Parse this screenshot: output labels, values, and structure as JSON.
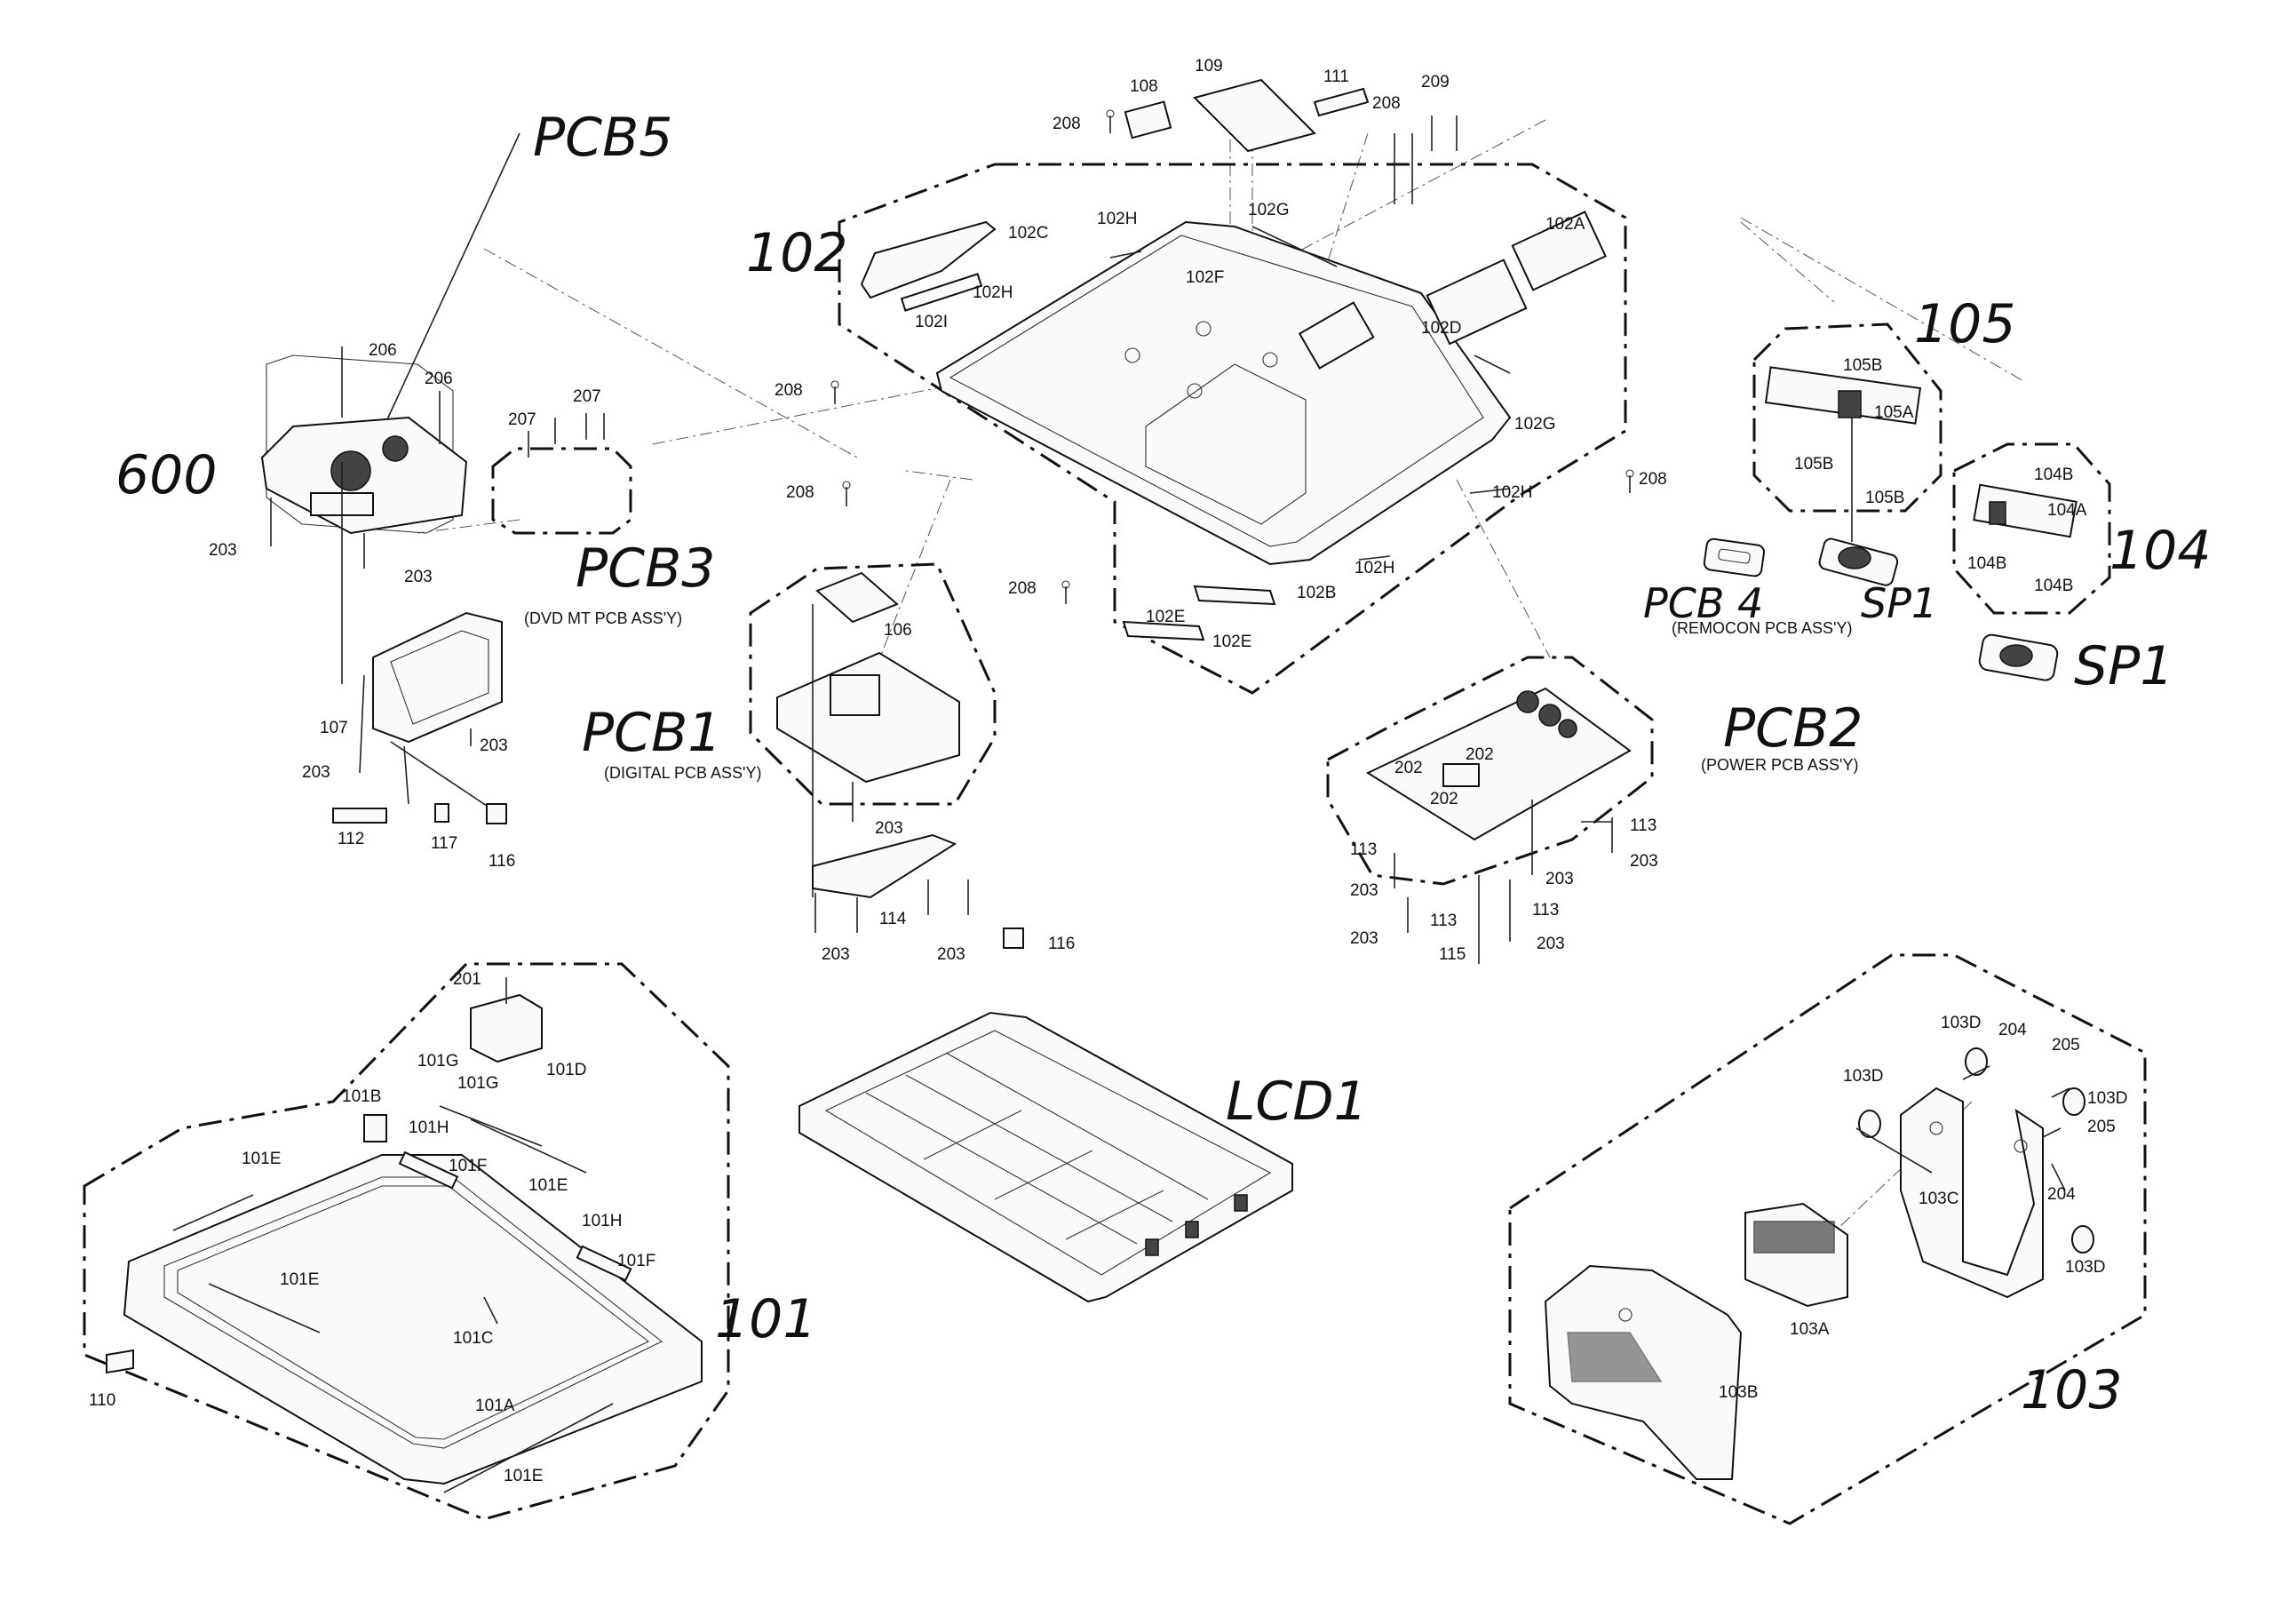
{
  "labels": {
    "l_109": "109",
    "l_111": "111",
    "l_209": "209",
    "l_108": "108",
    "l_208_a": "208",
    "l_208_b": "208",
    "l_102": "102",
    "l_102c": "102C",
    "l_102h_a": "102H",
    "l_102g_a": "102G",
    "l_102a": "102A",
    "l_102f": "102F",
    "l_102i": "102I",
    "l_102h_b": "102H",
    "l_102d": "102D",
    "l_208_c": "208",
    "l_102g_b": "102G",
    "l_208_d": "208",
    "l_102h_c": "102H",
    "l_208_e": "208",
    "l_102h_d": "102H",
    "l_208_f": "208",
    "l_102b": "102B",
    "l_102e_a": "102E",
    "l_102e_b": "102E",
    "l_105": "105",
    "l_105b_a": "105B",
    "l_105a": "105A",
    "l_105b_b": "105B",
    "l_105b_c": "105B",
    "l_104b_a": "104B",
    "l_104a": "104A",
    "l_104": "104",
    "l_104b_b": "104B",
    "l_104b_c": "104B",
    "l_sp1_a": "SP1",
    "l_sp1_b": "SP1",
    "l_pcb4": "PCB 4",
    "l_remocon": "(REMOCON PCB ASS'Y)",
    "l_pcb5": "PCB5",
    "l_206_a": "206",
    "l_206_b": "206",
    "l_600": "600",
    "l_207_a": "207",
    "l_207_b": "207",
    "l_203_a": "203",
    "l_203_b": "203",
    "l_pcb3": "PCB3",
    "l_dvd": "(DVD MT PCB ASS'Y)",
    "l_107": "107",
    "l_203_c": "203",
    "l_203_d": "203",
    "l_112": "112",
    "l_117": "117",
    "l_116_a": "116",
    "l_pcb1": "PCB1",
    "l_digital": "(DIGITAL PCB ASS'Y)",
    "l_106": "106",
    "l_203_e": "203",
    "l_114": "114",
    "l_203_f": "203",
    "l_203_g": "203",
    "l_116_b": "116",
    "l_pcb2": "PCB2",
    "l_power": "(POWER PCB ASS'Y)",
    "l_202_a": "202",
    "l_202_b": "202",
    "l_202_c": "202",
    "l_113_a": "113",
    "l_113_b": "113",
    "l_203_h": "203",
    "l_203_i": "203",
    "l_203_j": "203",
    "l_203_k": "203",
    "l_113_c": "113",
    "l_113_d": "113",
    "l_115": "115",
    "l_203_l": "203",
    "l_201": "201",
    "l_101d": "101D",
    "l_101g_a": "101G",
    "l_101g_b": "101G",
    "l_101b": "101B",
    "l_101h_a": "101H",
    "l_101e_a": "101E",
    "l_101f_a": "101F",
    "l_101e_b": "101E",
    "l_101h_b": "101H",
    "l_101f_b": "101F",
    "l_101e_c": "101E",
    "l_101c": "101C",
    "l_101": "101",
    "l_110": "110",
    "l_101a": "101A",
    "l_101e_d": "101E",
    "l_lcd1": "LCD1",
    "l_103d_a": "103D",
    "l_204_a": "204",
    "l_205_a": "205",
    "l_103d_b": "103D",
    "l_103d_c": "103D",
    "l_205_b": "205",
    "l_103c": "103C",
    "l_204_b": "204",
    "l_103d_d": "103D",
    "l_103a": "103A",
    "l_103b": "103B",
    "l_103": "103"
  }
}
